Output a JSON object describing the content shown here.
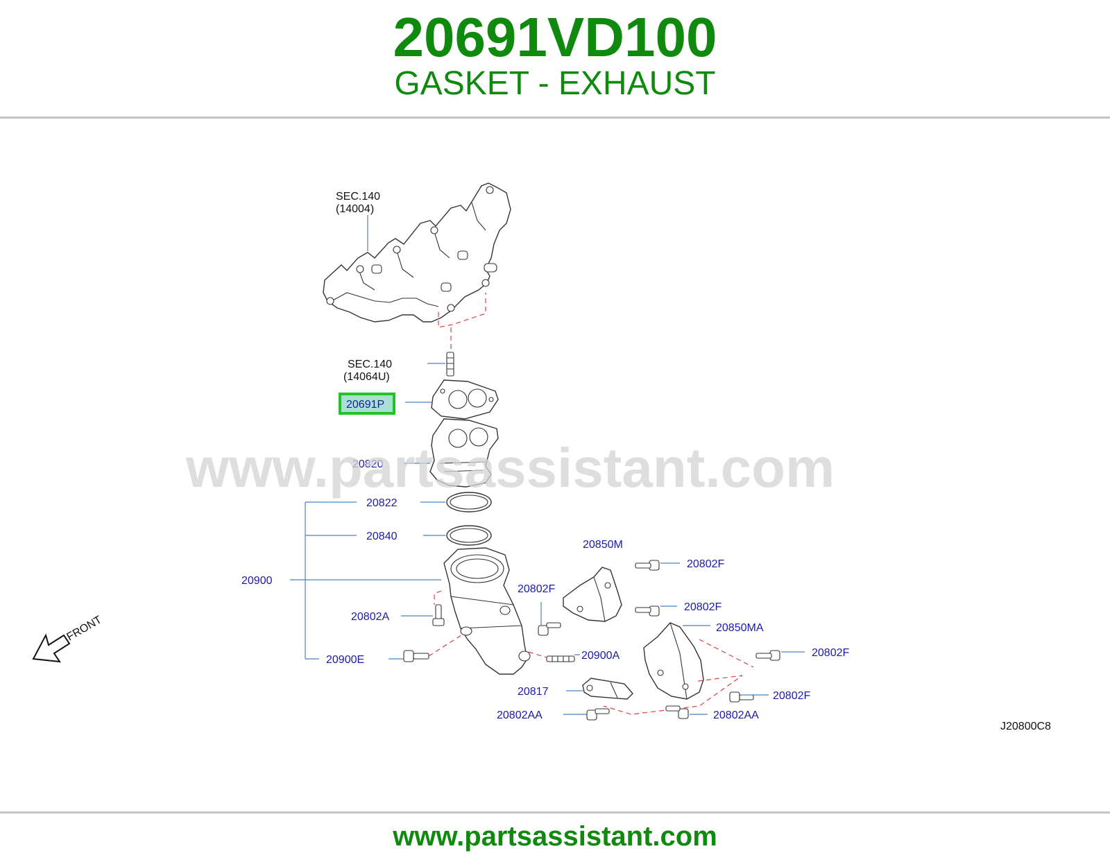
{
  "header": {
    "part_number": "20691VD100",
    "part_name": "GASKET - EXHAUST"
  },
  "diagram": {
    "watermark": "www.partsassistant.com",
    "diagram_code": "J20800C8",
    "front_label": "FRONT",
    "labels": {
      "sec140_a": "SEC.140",
      "sec140_a_ref": "(14004)",
      "sec140_b": "SEC.140",
      "sec140_b_ref": "(14064U)",
      "p20691P": "20691P",
      "p20820": "20820",
      "p20822": "20822",
      "p20840": "20840",
      "p20900": "20900",
      "p20802A": "20802A",
      "p20900E": "20900E",
      "p20850M": "20850M",
      "p20802F_1": "20802F",
      "p20802F_2": "20802F",
      "p20802F_3": "20802F",
      "p20802F_4": "20802F",
      "p20802F_5": "20802F",
      "p20850MA": "20850MA",
      "p20900A": "20900A",
      "p20817": "20817",
      "p20802AA_1": "20802AA",
      "p20802AA_2": "20802AA"
    },
    "highlight_color": "#22c422",
    "highlight_fill": "#a8e0d8",
    "label_color": "#1a1aa8"
  },
  "footer": {
    "url": "www.partsassistant.com"
  }
}
